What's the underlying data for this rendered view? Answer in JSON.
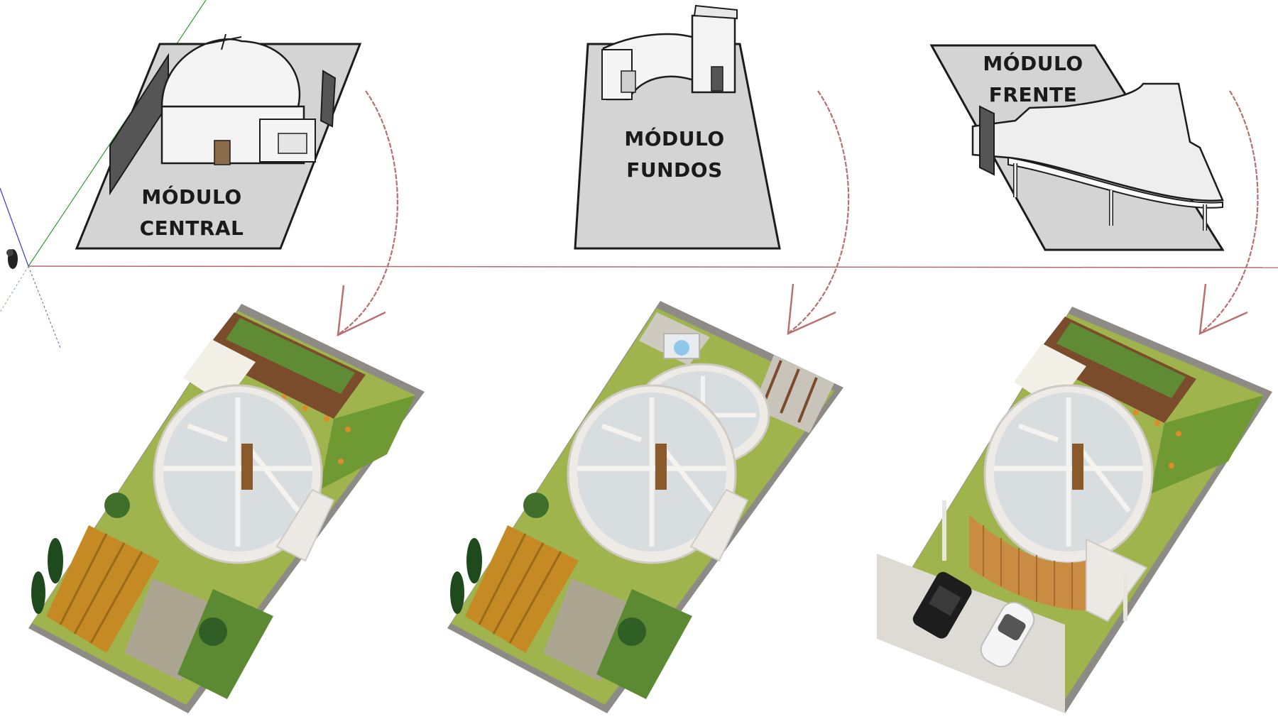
{
  "modules": [
    {
      "id": "central",
      "line1": "MÓDULO",
      "line2": "CENTRAL"
    },
    {
      "id": "fundos",
      "line1": "MÓDULO",
      "line2": "FUNDOS"
    },
    {
      "id": "frente",
      "line1": "MÓDULO",
      "line2": "FRENTE"
    }
  ],
  "colors": {
    "slab": "#d4d4d4",
    "outline": "#1c1c1c",
    "arrow": "#b87070",
    "grass": "#7fa43a",
    "deck": "#8a5a34",
    "pergola": "#c48a2a",
    "paving": "#d9d6cf",
    "wall": "#ece9e4",
    "floor": "#d7dde0"
  }
}
